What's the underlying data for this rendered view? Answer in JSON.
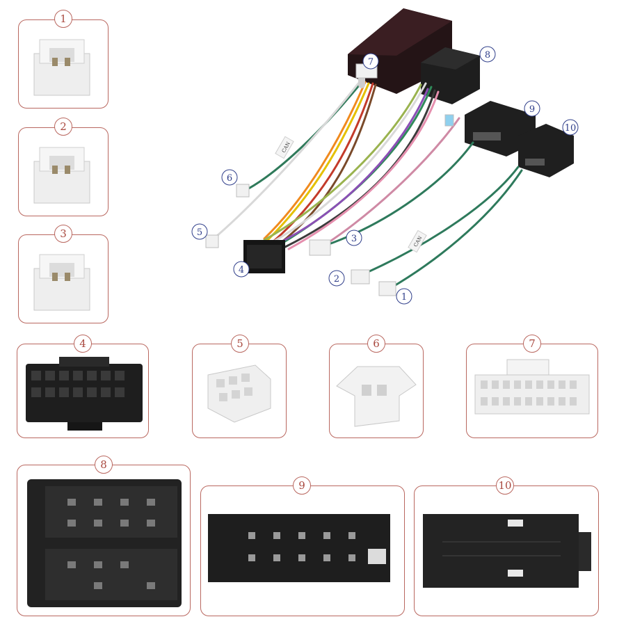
{
  "labels": {
    "p1": "1",
    "p2": "2",
    "p3": "3",
    "p4": "4",
    "p5": "5",
    "p6": "6",
    "p7": "7",
    "p8": "8",
    "p9": "9",
    "p10": "10"
  },
  "harness_callouts": {
    "c1": "1",
    "c2": "2",
    "c3": "3",
    "c4": "4",
    "c5": "5",
    "c6": "6",
    "c7": "7",
    "c8": "8",
    "c9": "9",
    "c10": "10"
  },
  "tags": {
    "can1": "CAN",
    "can2": "CAN"
  },
  "colors": {
    "panel_border": "#b9675f",
    "badge_text": "#a9493f",
    "callout_color": "#2f3e8a",
    "connector_black": "#1f1f1f",
    "connector_white": "#f2f2f2"
  }
}
